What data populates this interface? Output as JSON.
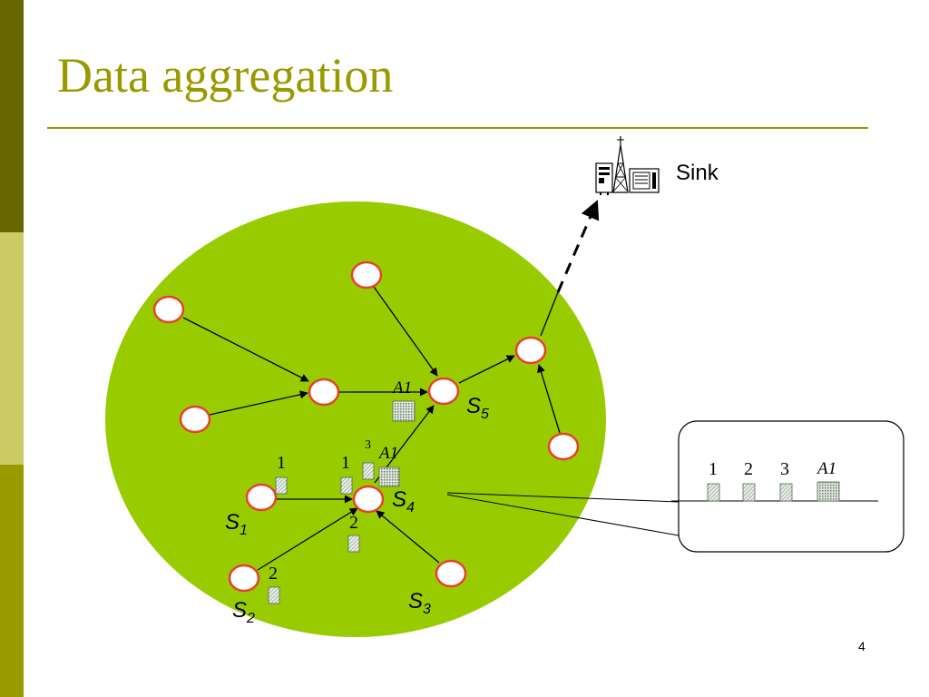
{
  "slide": {
    "title": "Data aggregation",
    "page_number": "4"
  },
  "colors": {
    "title": "#999900",
    "sidebar_dark": "#666600",
    "sidebar_light": "#cccc66",
    "sidebar_mid": "#999900",
    "field": "#99cc00",
    "node_border": "#e8412a",
    "node_fill": "#ffffff",
    "packet": "#c8d8c8"
  },
  "diagram": {
    "sink_label": "Sink",
    "sensors": {
      "s1": {
        "letter": "S",
        "sub": "1"
      },
      "s2": {
        "letter": "S",
        "sub": "2"
      },
      "s3": {
        "letter": "S",
        "sub": "3"
      },
      "s4": {
        "letter": "S",
        "sub": "4"
      },
      "s5": {
        "letter": "S",
        "sub": "5"
      }
    },
    "packets": {
      "p_s1": "1",
      "p_s2": "2",
      "p_mid2": "2",
      "p_s4_1": "1",
      "p_s4_3": "3",
      "p_s4_a1": "A1",
      "p_s5_a1": "A1"
    },
    "callout": {
      "labels": [
        "1",
        "2",
        "3"
      ],
      "aggregate_label": "A1"
    }
  }
}
